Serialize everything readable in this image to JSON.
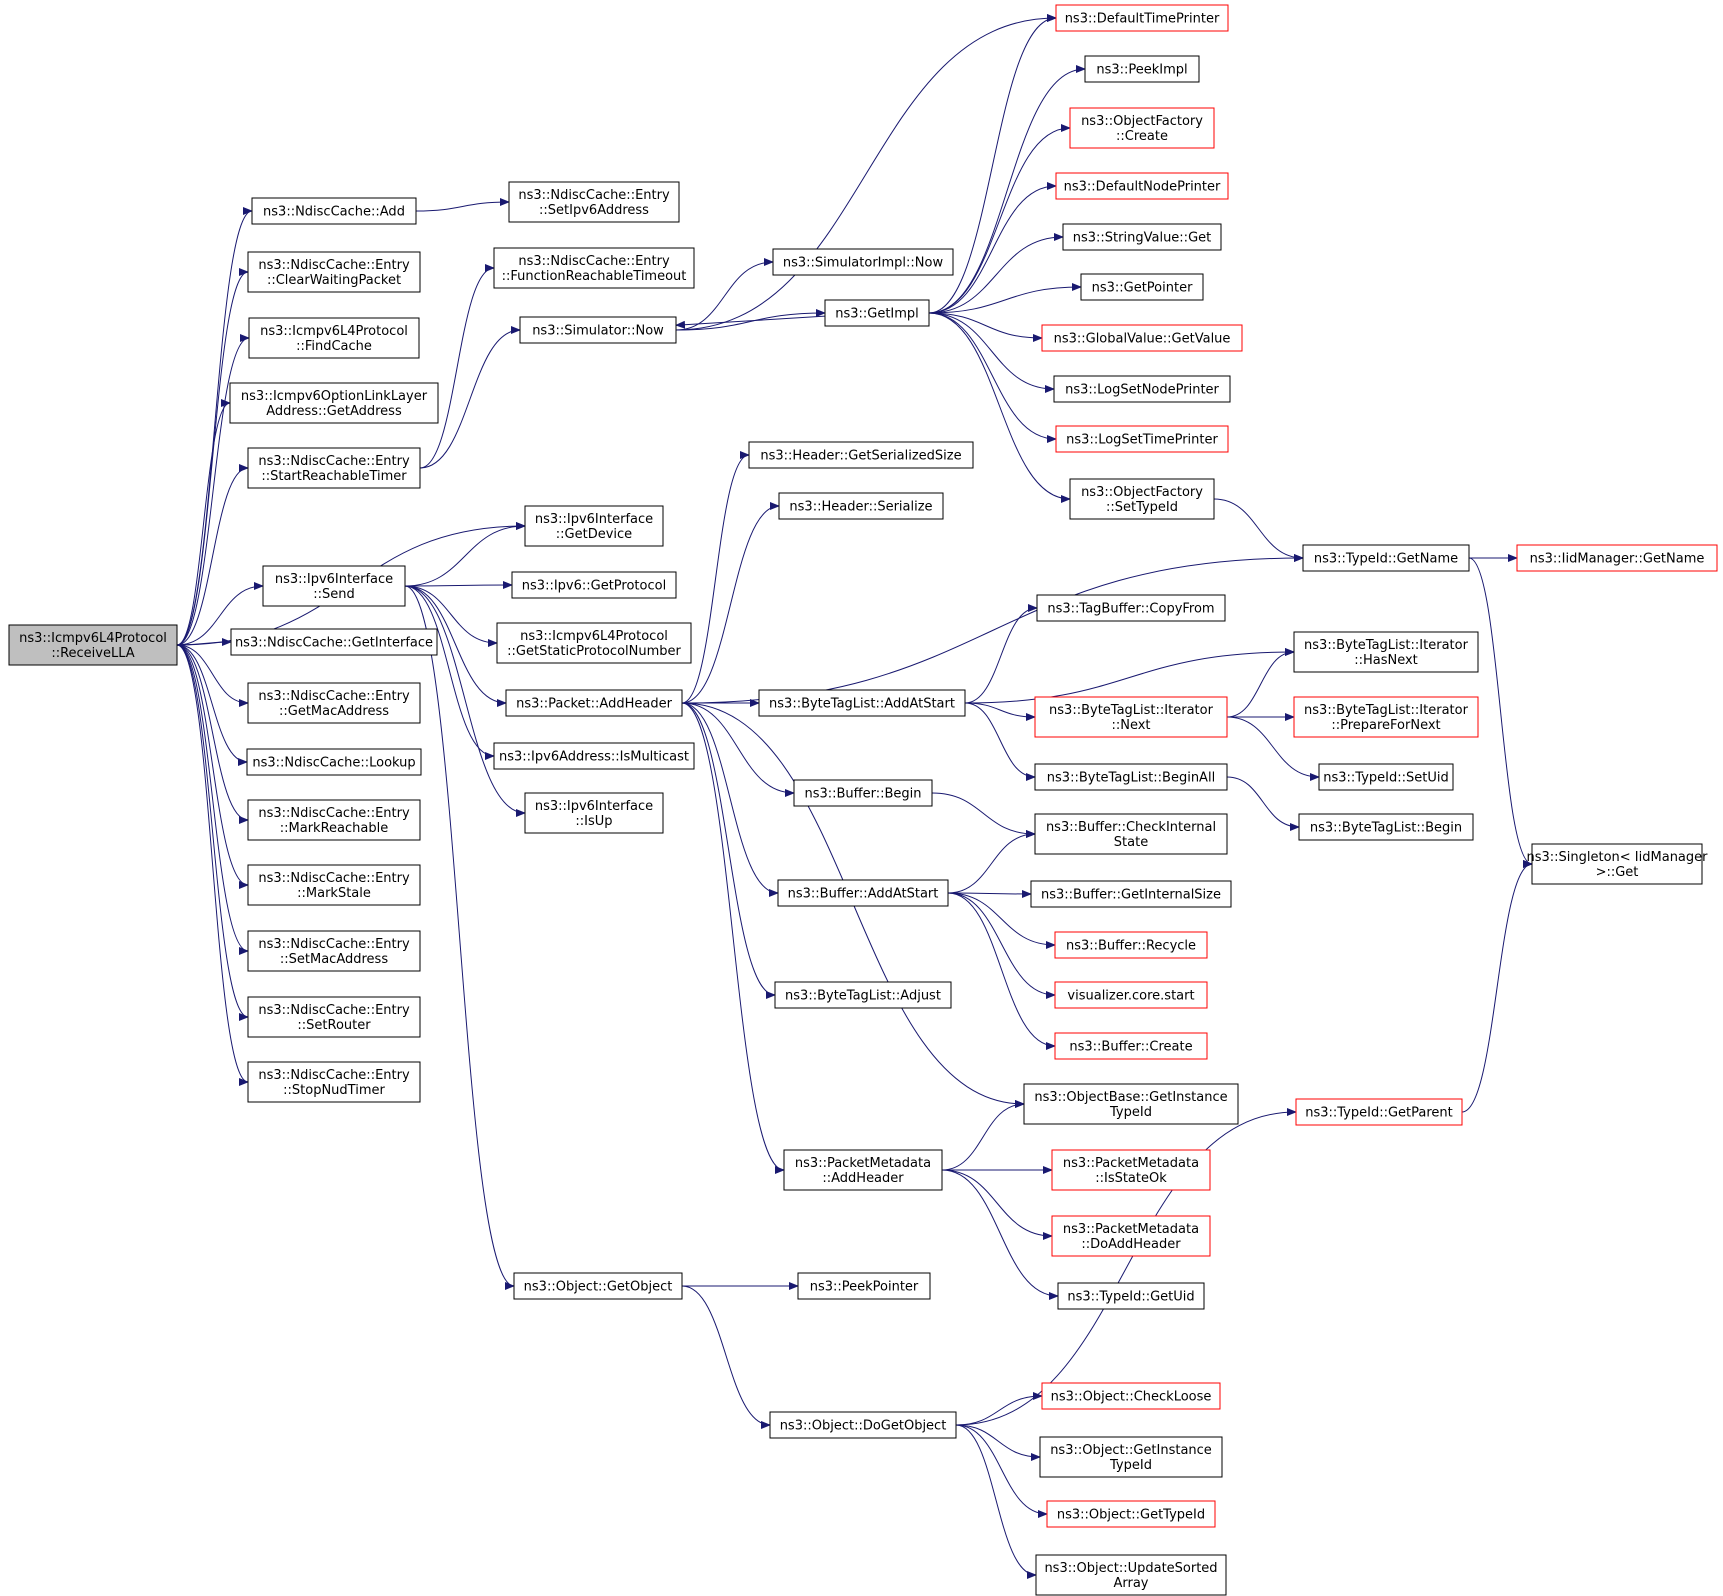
{
  "colors": {
    "edge": "#191970",
    "node_border": "#000000",
    "node_border_incomplete": "#ff0000",
    "root_fill": "#bfbfbf",
    "node_fill": "#ffffff"
  },
  "nodes": [
    {
      "id": "root",
      "lines": [
        "ns3::Icmpv6L4Protocol",
        "::ReceiveLLA"
      ],
      "style": "root"
    },
    {
      "id": "nc_add",
      "lines": [
        "ns3::NdiscCache::Add"
      ],
      "style": "normal"
    },
    {
      "id": "e_clear",
      "lines": [
        "ns3::NdiscCache::Entry",
        "::ClearWaitingPacket"
      ],
      "style": "normal"
    },
    {
      "id": "findcache",
      "lines": [
        "ns3::Icmpv6L4Protocol",
        "::FindCache"
      ],
      "style": "normal"
    },
    {
      "id": "optlla",
      "lines": [
        "ns3::Icmpv6OptionLinkLayer",
        "Address::GetAddress"
      ],
      "style": "normal"
    },
    {
      "id": "e_startreach",
      "lines": [
        "ns3::NdiscCache::Entry",
        "::StartReachableTimer"
      ],
      "style": "normal"
    },
    {
      "id": "v6if_send",
      "lines": [
        "ns3::Ipv6Interface",
        "::Send"
      ],
      "style": "normal"
    },
    {
      "id": "nc_getif",
      "lines": [
        "ns3::NdiscCache::GetInterface"
      ],
      "style": "normal"
    },
    {
      "id": "e_getmac",
      "lines": [
        "ns3::NdiscCache::Entry",
        "::GetMacAddress"
      ],
      "style": "normal"
    },
    {
      "id": "nc_lookup",
      "lines": [
        "ns3::NdiscCache::Lookup"
      ],
      "style": "normal"
    },
    {
      "id": "e_markreach",
      "lines": [
        "ns3::NdiscCache::Entry",
        "::MarkReachable"
      ],
      "style": "normal"
    },
    {
      "id": "e_markstale",
      "lines": [
        "ns3::NdiscCache::Entry",
        "::MarkStale"
      ],
      "style": "normal"
    },
    {
      "id": "e_setmac",
      "lines": [
        "ns3::NdiscCache::Entry",
        "::SetMacAddress"
      ],
      "style": "normal"
    },
    {
      "id": "e_setrouter",
      "lines": [
        "ns3::NdiscCache::Entry",
        "::SetRouter"
      ],
      "style": "normal"
    },
    {
      "id": "e_stopnud",
      "lines": [
        "ns3::NdiscCache::Entry",
        "::StopNudTimer"
      ],
      "style": "normal"
    },
    {
      "id": "e_setipv6",
      "lines": [
        "ns3::NdiscCache::Entry",
        "::SetIpv6Address"
      ],
      "style": "normal"
    },
    {
      "id": "e_funcreach",
      "lines": [
        "ns3::NdiscCache::Entry",
        "::FunctionReachableTimeout"
      ],
      "style": "normal"
    },
    {
      "id": "sim_now",
      "lines": [
        "ns3::Simulator::Now"
      ],
      "style": "normal"
    },
    {
      "id": "v6if_getdev",
      "lines": [
        "ns3::Ipv6Interface",
        "::GetDevice"
      ],
      "style": "normal"
    },
    {
      "id": "ipv6_getproto",
      "lines": [
        "ns3::Ipv6::GetProtocol"
      ],
      "style": "normal"
    },
    {
      "id": "icmp_getstatic",
      "lines": [
        "ns3::Icmpv6L4Protocol",
        "::GetStaticProtocolNumber"
      ],
      "style": "normal"
    },
    {
      "id": "pkt_addheader",
      "lines": [
        "ns3::Packet::AddHeader"
      ],
      "style": "normal"
    },
    {
      "id": "ipv6addr_ismc",
      "lines": [
        "ns3::Ipv6Address::IsMulticast"
      ],
      "style": "normal"
    },
    {
      "id": "v6if_isup",
      "lines": [
        "ns3::Ipv6Interface",
        "::IsUp"
      ],
      "style": "normal"
    },
    {
      "id": "obj_getobject",
      "lines": [
        "ns3::Object::GetObject"
      ],
      "style": "normal"
    },
    {
      "id": "simimpl_now",
      "lines": [
        "ns3::SimulatorImpl::Now"
      ],
      "style": "normal"
    },
    {
      "id": "getimpl",
      "lines": [
        "ns3::GetImpl"
      ],
      "style": "normal"
    },
    {
      "id": "hdr_getsize",
      "lines": [
        "ns3::Header::GetSerializedSize"
      ],
      "style": "normal"
    },
    {
      "id": "hdr_serialize",
      "lines": [
        "ns3::Header::Serialize"
      ],
      "style": "normal"
    },
    {
      "id": "btl_addatstart",
      "lines": [
        "ns3::ByteTagList::AddAtStart"
      ],
      "style": "normal"
    },
    {
      "id": "buf_begin",
      "lines": [
        "ns3::Buffer::Begin"
      ],
      "style": "normal"
    },
    {
      "id": "buf_addatstart",
      "lines": [
        "ns3::Buffer::AddAtStart"
      ],
      "style": "normal"
    },
    {
      "id": "btl_adjust",
      "lines": [
        "ns3::ByteTagList::Adjust"
      ],
      "style": "normal"
    },
    {
      "id": "pm_addheader",
      "lines": [
        "ns3::PacketMetadata",
        "::AddHeader"
      ],
      "style": "normal"
    },
    {
      "id": "peekpointer",
      "lines": [
        "ns3::PeekPointer"
      ],
      "style": "normal"
    },
    {
      "id": "obj_dogetobject",
      "lines": [
        "ns3::Object::DoGetObject"
      ],
      "style": "normal"
    },
    {
      "id": "deftimeprinter",
      "lines": [
        "ns3::DefaultTimePrinter"
      ],
      "style": "incomplete"
    },
    {
      "id": "peekimpl",
      "lines": [
        "ns3::PeekImpl"
      ],
      "style": "normal"
    },
    {
      "id": "of_create",
      "lines": [
        "ns3::ObjectFactory",
        "::Create"
      ],
      "style": "incomplete"
    },
    {
      "id": "defnodeprinter",
      "lines": [
        "ns3::DefaultNodePrinter"
      ],
      "style": "incomplete"
    },
    {
      "id": "strval_get",
      "lines": [
        "ns3::StringValue::Get"
      ],
      "style": "normal"
    },
    {
      "id": "getpointer",
      "lines": [
        "ns3::GetPointer"
      ],
      "style": "normal"
    },
    {
      "id": "gv_getvalue",
      "lines": [
        "ns3::GlobalValue::GetValue"
      ],
      "style": "incomplete"
    },
    {
      "id": "logsetnode",
      "lines": [
        "ns3::LogSetNodePrinter"
      ],
      "style": "normal"
    },
    {
      "id": "logsettime",
      "lines": [
        "ns3::LogSetTimePrinter"
      ],
      "style": "incomplete"
    },
    {
      "id": "of_settypeid",
      "lines": [
        "ns3::ObjectFactory",
        "::SetTypeId"
      ],
      "style": "normal"
    },
    {
      "id": "tagbuf_copyfrom",
      "lines": [
        "ns3::TagBuffer::CopyFrom"
      ],
      "style": "normal"
    },
    {
      "id": "btli_next",
      "lines": [
        "ns3::ByteTagList::Iterator",
        "::Next"
      ],
      "style": "incomplete"
    },
    {
      "id": "btl_beginall",
      "lines": [
        "ns3::ByteTagList::BeginAll"
      ],
      "style": "normal"
    },
    {
      "id": "buf_checkinternal",
      "lines": [
        "ns3::Buffer::CheckInternal",
        "State"
      ],
      "style": "normal"
    },
    {
      "id": "buf_getinternalsize",
      "lines": [
        "ns3::Buffer::GetInternalSize"
      ],
      "style": "normal"
    },
    {
      "id": "buf_recycle",
      "lines": [
        "ns3::Buffer::Recycle"
      ],
      "style": "incomplete"
    },
    {
      "id": "viz_start",
      "lines": [
        "visualizer.core.start"
      ],
      "style": "incomplete"
    },
    {
      "id": "buf_create",
      "lines": [
        "ns3::Buffer::Create"
      ],
      "style": "incomplete"
    },
    {
      "id": "objbase_gettid",
      "lines": [
        "ns3::ObjectBase::GetInstance",
        "TypeId"
      ],
      "style": "normal"
    },
    {
      "id": "pm_isstateok",
      "lines": [
        "ns3::PacketMetadata",
        "::IsStateOk"
      ],
      "style": "incomplete"
    },
    {
      "id": "pm_doaddheader",
      "lines": [
        "ns3::PacketMetadata",
        "::DoAddHeader"
      ],
      "style": "incomplete"
    },
    {
      "id": "tid_getuid",
      "lines": [
        "ns3::TypeId::GetUid"
      ],
      "style": "normal"
    },
    {
      "id": "obj_checkloose",
      "lines": [
        "ns3::Object::CheckLoose"
      ],
      "style": "incomplete"
    },
    {
      "id": "obj_getinsttid",
      "lines": [
        "ns3::Object::GetInstance",
        "TypeId"
      ],
      "style": "normal"
    },
    {
      "id": "obj_gettypeid",
      "lines": [
        "ns3::Object::GetTypeId"
      ],
      "style": "incomplete"
    },
    {
      "id": "obj_updatesorted",
      "lines": [
        "ns3::Object::UpdateSorted",
        "Array"
      ],
      "style": "normal"
    },
    {
      "id": "tid_getname",
      "lines": [
        "ns3::TypeId::GetName"
      ],
      "style": "normal"
    },
    {
      "id": "btli_hasnext",
      "lines": [
        "ns3::ByteTagList::Iterator",
        "::HasNext"
      ],
      "style": "normal"
    },
    {
      "id": "btli_preparefornext",
      "lines": [
        "ns3::ByteTagList::Iterator",
        "::PrepareForNext"
      ],
      "style": "incomplete"
    },
    {
      "id": "tid_setuid",
      "lines": [
        "ns3::TypeId::SetUid"
      ],
      "style": "normal"
    },
    {
      "id": "btl_begin",
      "lines": [
        "ns3::ByteTagList::Begin"
      ],
      "style": "normal"
    },
    {
      "id": "tid_getparent",
      "lines": [
        "ns3::TypeId::GetParent"
      ],
      "style": "incomplete"
    },
    {
      "id": "iidmgr_getname",
      "lines": [
        "ns3::IidManager::GetName"
      ],
      "style": "incomplete"
    },
    {
      "id": "singleton_get",
      "lines": [
        "ns3::Singleton< IidManager",
        ">::Get"
      ],
      "style": "normal"
    }
  ],
  "edges": [
    [
      "root",
      "nc_add"
    ],
    [
      "root",
      "e_clear"
    ],
    [
      "root",
      "findcache"
    ],
    [
      "root",
      "optlla"
    ],
    [
      "root",
      "e_startreach"
    ],
    [
      "root",
      "v6if_getdev"
    ],
    [
      "root",
      "v6if_send"
    ],
    [
      "root",
      "nc_getif"
    ],
    [
      "root",
      "e_getmac"
    ],
    [
      "root",
      "nc_lookup"
    ],
    [
      "root",
      "e_markreach"
    ],
    [
      "root",
      "e_markstale"
    ],
    [
      "root",
      "e_setmac"
    ],
    [
      "root",
      "e_setrouter"
    ],
    [
      "root",
      "e_stopnud"
    ],
    [
      "nc_add",
      "e_setipv6"
    ],
    [
      "e_startreach",
      "e_funcreach"
    ],
    [
      "e_startreach",
      "sim_now"
    ],
    [
      "v6if_send",
      "v6if_getdev"
    ],
    [
      "v6if_send",
      "ipv6_getproto"
    ],
    [
      "v6if_send",
      "icmp_getstatic"
    ],
    [
      "v6if_send",
      "pkt_addheader"
    ],
    [
      "v6if_send",
      "ipv6addr_ismc"
    ],
    [
      "v6if_send",
      "v6if_isup"
    ],
    [
      "v6if_send",
      "obj_getobject"
    ],
    [
      "sim_now",
      "simimpl_now"
    ],
    [
      "sim_now",
      "getimpl"
    ],
    [
      "sim_now",
      "deftimeprinter"
    ],
    [
      "getimpl",
      "deftimeprinter"
    ],
    [
      "getimpl",
      "peekimpl"
    ],
    [
      "getimpl",
      "of_create"
    ],
    [
      "getimpl",
      "defnodeprinter"
    ],
    [
      "getimpl",
      "strval_get"
    ],
    [
      "getimpl",
      "getpointer"
    ],
    [
      "getimpl",
      "gv_getvalue"
    ],
    [
      "getimpl",
      "logsetnode"
    ],
    [
      "getimpl",
      "logsettime"
    ],
    [
      "getimpl",
      "of_settypeid"
    ],
    [
      "getimpl",
      "sim_now"
    ],
    [
      "of_settypeid",
      "tid_getname"
    ],
    [
      "pkt_addheader",
      "hdr_getsize"
    ],
    [
      "pkt_addheader",
      "hdr_serialize"
    ],
    [
      "pkt_addheader",
      "tid_getname"
    ],
    [
      "pkt_addheader",
      "btl_addatstart"
    ],
    [
      "pkt_addheader",
      "buf_begin"
    ],
    [
      "pkt_addheader",
      "buf_addatstart"
    ],
    [
      "pkt_addheader",
      "btl_adjust"
    ],
    [
      "pkt_addheader",
      "objbase_gettid"
    ],
    [
      "pkt_addheader",
      "pm_addheader"
    ],
    [
      "btl_addatstart",
      "tagbuf_copyfrom"
    ],
    [
      "btl_addatstart",
      "btli_hasnext"
    ],
    [
      "btl_addatstart",
      "btli_next"
    ],
    [
      "btl_addatstart",
      "btl_beginall"
    ],
    [
      "btli_next",
      "btli_hasnext"
    ],
    [
      "btli_next",
      "btli_preparefornext"
    ],
    [
      "btli_next",
      "tid_setuid"
    ],
    [
      "btl_beginall",
      "btl_begin"
    ],
    [
      "buf_begin",
      "buf_checkinternal"
    ],
    [
      "buf_addatstart",
      "buf_checkinternal"
    ],
    [
      "buf_addatstart",
      "buf_getinternalsize"
    ],
    [
      "buf_addatstart",
      "buf_recycle"
    ],
    [
      "buf_addatstart",
      "viz_start"
    ],
    [
      "buf_addatstart",
      "buf_create"
    ],
    [
      "pm_addheader",
      "objbase_gettid"
    ],
    [
      "pm_addheader",
      "pm_isstateok"
    ],
    [
      "pm_addheader",
      "pm_doaddheader"
    ],
    [
      "pm_addheader",
      "tid_getuid"
    ],
    [
      "obj_getobject",
      "peekpointer"
    ],
    [
      "obj_getobject",
      "obj_dogetobject"
    ],
    [
      "obj_dogetobject",
      "tid_getparent"
    ],
    [
      "obj_dogetobject",
      "obj_checkloose"
    ],
    [
      "obj_dogetobject",
      "obj_getinsttid"
    ],
    [
      "obj_dogetobject",
      "obj_gettypeid"
    ],
    [
      "obj_dogetobject",
      "obj_updatesorted"
    ],
    [
      "tid_getname",
      "iidmgr_getname"
    ],
    [
      "tid_getname",
      "singleton_get"
    ],
    [
      "tid_getparent",
      "singleton_get"
    ]
  ]
}
